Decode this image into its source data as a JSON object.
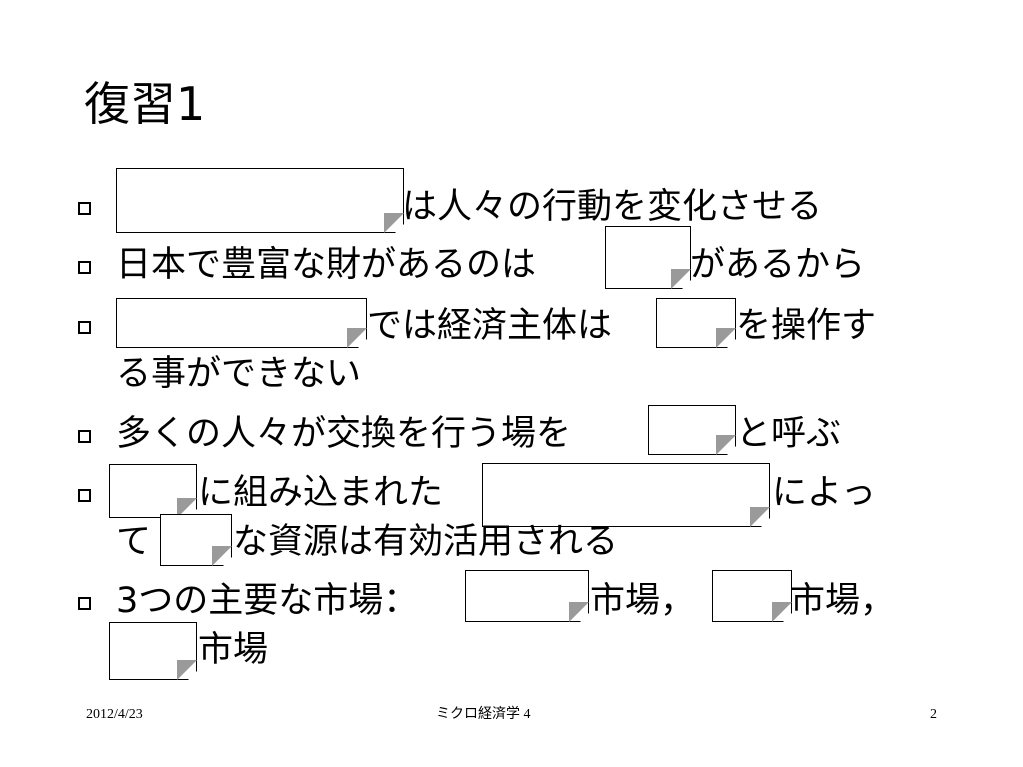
{
  "slide": {
    "title": "復習1",
    "bullets": [
      {
        "lines": [
          "は人々の行動を変化させる"
        ]
      },
      {
        "lines": [
          "日本で豊富な財があるのは",
          "があるから"
        ]
      },
      {
        "lines": [
          "では経済主体は",
          "を操作す",
          "る事ができない"
        ]
      },
      {
        "lines": [
          "多くの人々が交換を行う場を",
          "と呼ぶ"
        ]
      },
      {
        "lines": [
          "に組み込まれた",
          "によっ",
          "て",
          "な資源は有効活用される"
        ]
      },
      {
        "lines": [
          "3つの主要な市場：",
          "市場，",
          "市場，",
          "市場"
        ]
      }
    ]
  },
  "footer": {
    "date": "2012/4/23",
    "course": "ミクロ経済学 4",
    "page": "2"
  }
}
